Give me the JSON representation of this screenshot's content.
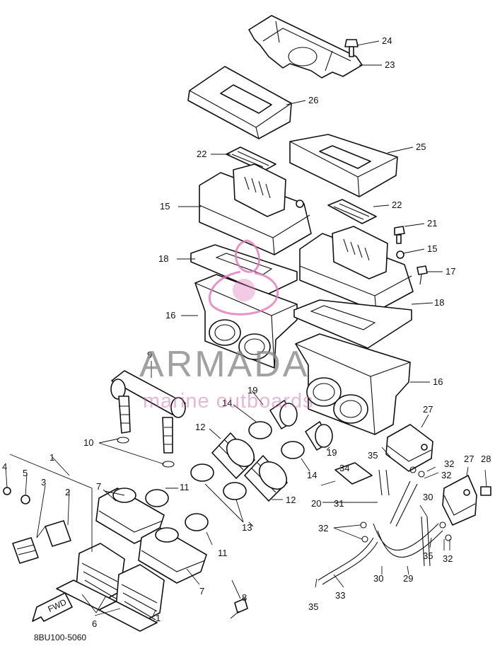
{
  "watermark": {
    "brand": "ARMADA",
    "tagline": "marine outboards",
    "logo_color": "#e07ab8"
  },
  "diagram_code": "8BU100-5060",
  "fwd_label": "FWD",
  "callouts": [
    "1",
    "1",
    "2",
    "3",
    "4",
    "5",
    "6",
    "7",
    "7",
    "8",
    "9",
    "10",
    "11",
    "11",
    "12",
    "12",
    "13",
    "14",
    "14",
    "15",
    "15",
    "16",
    "16",
    "17",
    "18",
    "18",
    "19",
    "19",
    "20",
    "21",
    "22",
    "22",
    "23",
    "24",
    "25",
    "26",
    "27",
    "27",
    "28",
    "29",
    "30",
    "30",
    "31",
    "32",
    "32",
    "32",
    "33",
    "34",
    "35",
    "35",
    "35"
  ]
}
